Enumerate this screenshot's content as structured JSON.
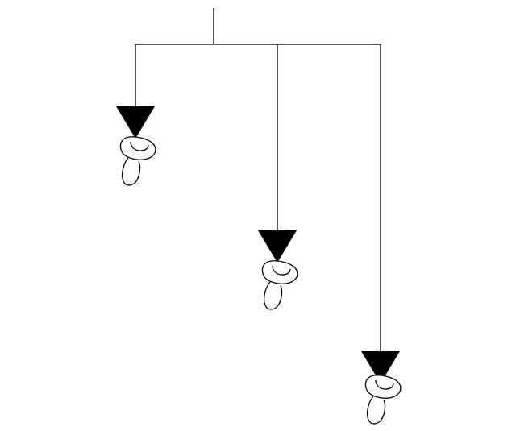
{
  "diagram": {
    "type": "hanging-mobile",
    "line_color": "#000000",
    "arrowhead_color": "#000000",
    "ornament_fill": "#ffffff",
    "ornament_outline": "#000000",
    "background": "#ffffff",
    "branch_count": 3,
    "branches": [
      {
        "id": "left",
        "arrowhead": "down-triangle",
        "ornament": "cartoon-bulb-icon"
      },
      {
        "id": "middle",
        "arrowhead": "down-triangle",
        "ornament": "cartoon-bulb-icon"
      },
      {
        "id": "right",
        "arrowhead": "down-triangle",
        "ornament": "cartoon-bulb-icon"
      }
    ]
  }
}
